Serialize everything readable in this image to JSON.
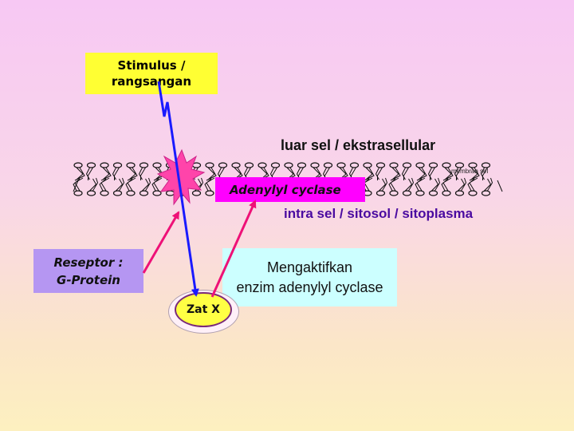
{
  "stimulus": {
    "line1": "Stimulus /",
    "line2": "rangsangan"
  },
  "luar_sel": "luar sel / ekstrasellular",
  "membran": "membran sel",
  "adenylyl": "Adenylyl cyclase",
  "intra_sel": "intra sel / sitosol / sitoplasma",
  "reseptor": {
    "line1": "Reseptor  :",
    "line2": "G-Protein"
  },
  "mengaktifkan": {
    "line1": "Mengaktifkan",
    "line2": "enzim adenylyl cyclase"
  },
  "zat": "Zat  X",
  "colors": {
    "stimulus": "#ffff33",
    "adenylyl": "#ff00ff",
    "reseptor": "#b596f2",
    "mengaktifkan": "#ccffff",
    "receptor_star": "#ff44aa",
    "arrow_blue": "#1a1aff",
    "arrow_pink": "#ee1177"
  }
}
